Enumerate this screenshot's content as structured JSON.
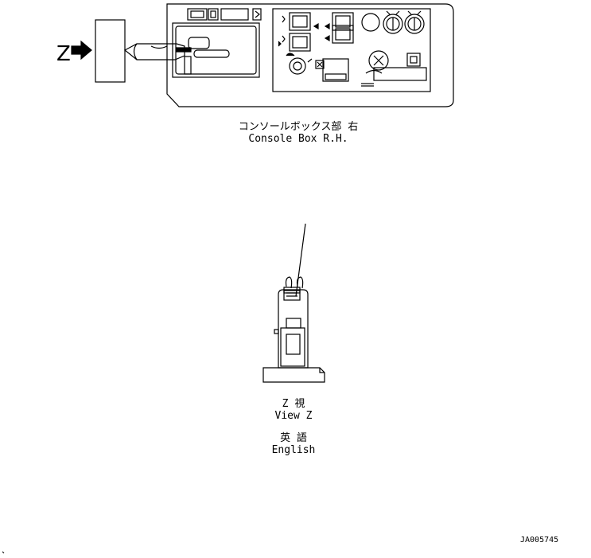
{
  "view_marker": {
    "letter": "Z"
  },
  "console_box": {
    "caption_jp": "コンソールボックス部 右",
    "caption_en": "Console Box R.H."
  },
  "view_z": {
    "caption_jp": "Z 視",
    "caption_en": "View Z"
  },
  "language": {
    "caption_jp": "英 語",
    "caption_en": "English"
  },
  "drawing_code": "JA005745",
  "colors": {
    "line": "#000000",
    "background": "#ffffff"
  }
}
